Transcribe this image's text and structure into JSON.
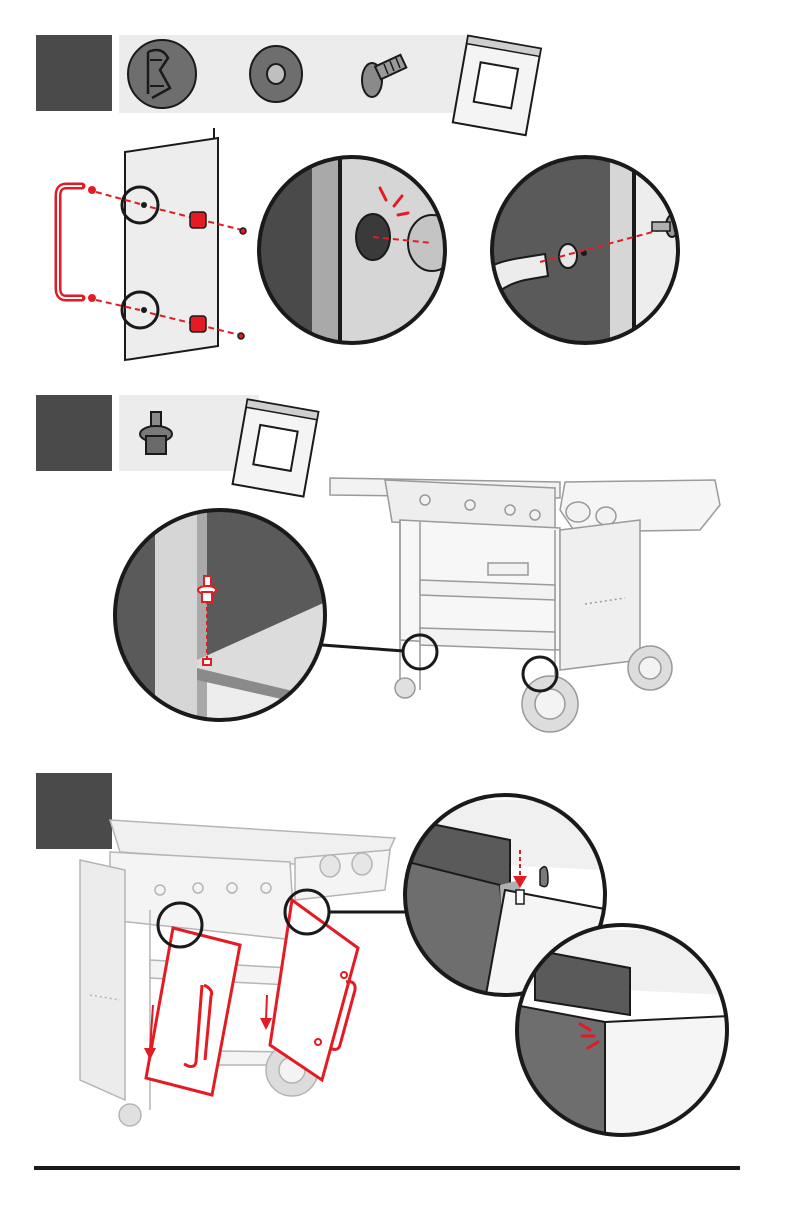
{
  "document": {
    "type": "wordless assembly instructions",
    "steps": [
      {
        "id": "step-a",
        "parts": [
          "latch-insert-icon",
          "washer-icon",
          "screw-icon",
          "hardware-bag-icon"
        ],
        "illustrations": [
          "door-panel-handle-assembly",
          "latch-insert-detail",
          "handle-screw-detail"
        ]
      },
      {
        "id": "step-b",
        "parts": [
          "door-pin-icon",
          "hardware-bag-icon"
        ],
        "illustrations": [
          "cart-overview",
          "pin-insertion-detail"
        ]
      },
      {
        "id": "step-c",
        "parts": [],
        "illustrations": [
          "doors-installation",
          "hinge-slot-detail",
          "door-closed-detail"
        ]
      }
    ]
  },
  "colors": {
    "step_block": "#4a4a4a",
    "parts_strip": "#ececec",
    "accent_red": "#e31b23",
    "panel_dark": "#5a5a5a",
    "panel_light": "#d6d6d6",
    "outline": "#1a1a1a"
  }
}
